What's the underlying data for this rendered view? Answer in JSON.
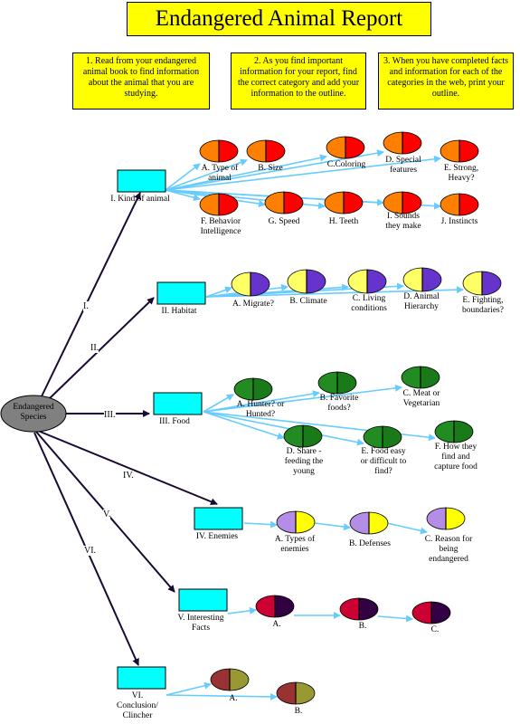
{
  "title": "Endangered Animal Report",
  "instructions": [
    "1. Read from your endangered animal book to find information about the animal that you are studying.",
    "2. As you find important information for your report, find the correct category and add your information to the outline.",
    "3. When you have completed facts and information for each of the categories in the web, print your outline."
  ],
  "center": {
    "label": "Endangered Species",
    "color": "#808080"
  },
  "branches": [
    {
      "roman": "I.",
      "box_label": "I. Kind of animal",
      "colors": [
        "#ff8000",
        "#ff0000"
      ],
      "items": [
        "A. Type of animal",
        "B. Size",
        "C.Coloring",
        "D. Special features",
        "E. Strong, Heavy?",
        "F. Behavior Intelligence",
        "G. Speed",
        "H. Teeth",
        "I. Sounds they make",
        "J. Instincts"
      ]
    },
    {
      "roman": "II.",
      "box_label": "II. Habitat",
      "colors": [
        "#ffff66",
        "#6633cc"
      ],
      "items": [
        "A. Migrate?",
        "B. Climate",
        "C. Living conditions",
        "D. Animal Hierarchy",
        "E. Fighting, boundaries?"
      ]
    },
    {
      "roman": "III.",
      "box_label": "III. Food",
      "colors": [
        "#228b22",
        "#1a7a1a"
      ],
      "items": [
        "A. Hunter? or Hunted?",
        "B. Favorite foods?",
        "C. Meat or Vegetarian",
        "D. Share - feeding the young",
        "E. Food easy or difficult to find?",
        "F. How they find and capture food"
      ]
    },
    {
      "roman": "IV.",
      "box_label": "IV. Enemies",
      "colors": [
        "#b48ee6",
        "#ffff00"
      ],
      "items": [
        "A. Types of enemies",
        "B. Defenses",
        "C. Reason for being endangered"
      ]
    },
    {
      "roman": "V.",
      "box_label": "V. Interesting Facts",
      "colors": [
        "#cc0033",
        "#330044"
      ],
      "items": [
        "A.",
        "B.",
        "C."
      ]
    },
    {
      "roman": "VI.",
      "box_label": "VI. Conclusion/ Clincher",
      "colors": [
        "#993333",
        "#999933"
      ],
      "items": [
        "A.",
        "B."
      ]
    }
  ],
  "colors": {
    "box": "#00ffff",
    "title_bg": "#ffff00",
    "arrow_main": "#1a0a33",
    "arrow_sub": "#66ccff"
  }
}
